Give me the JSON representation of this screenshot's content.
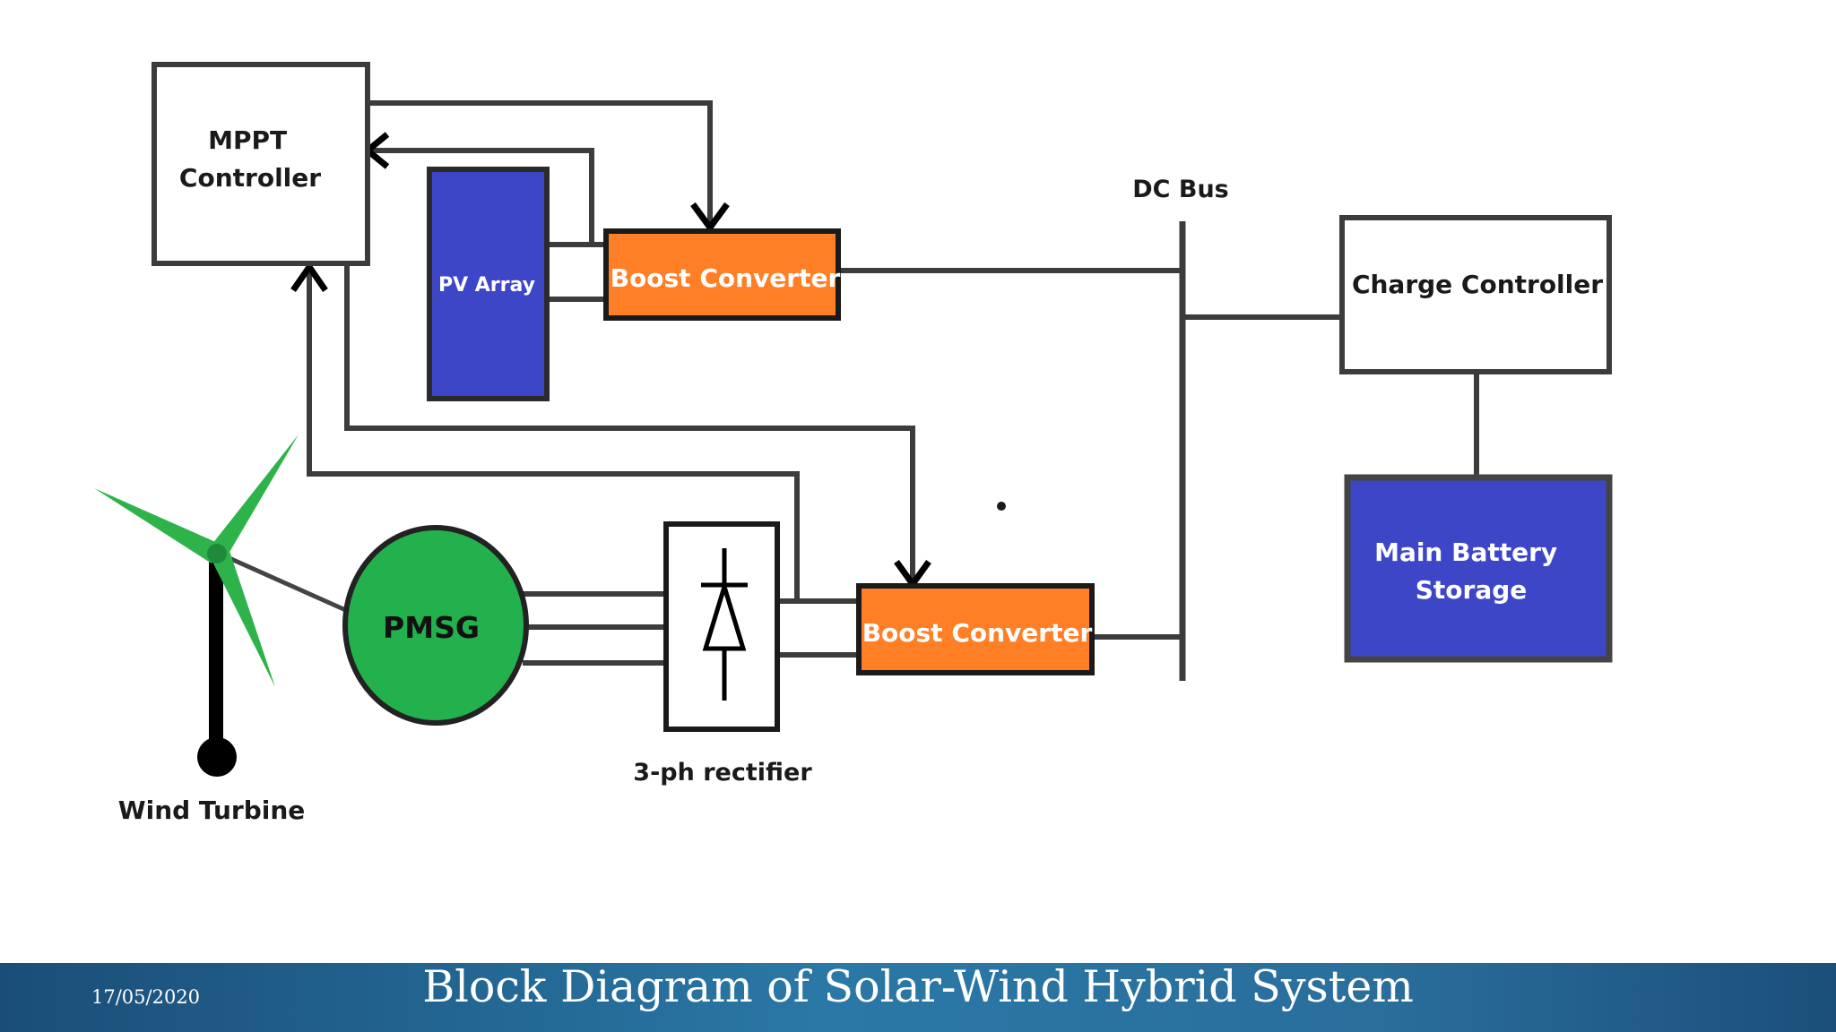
{
  "diagram": {
    "mppt_controller": "MPPT\nController",
    "pv_array": "PV Array",
    "boost_converter_top": "Boost Converter",
    "boost_converter_bottom": "Boost Converter",
    "dc_bus": "DC Bus",
    "charge_controller": "Charge Controller",
    "main_battery": "Main Battery\nStorage",
    "pmsg": "PMSG",
    "rectifier_label": "3-ph rectifier",
    "wind_turbine_label": "Wind Turbine"
  },
  "colors": {
    "pv_blue": "#3e46c8",
    "boost_orange": "#ff7f27",
    "pmsg_green": "#22b14c",
    "turbine_green": "#2eb34a",
    "line": "#3c3c3c",
    "footer_blue": "#2a78a6"
  },
  "footer": {
    "title": "Block Diagram of Solar-Wind Hybrid System",
    "date": "17/05/2020"
  }
}
